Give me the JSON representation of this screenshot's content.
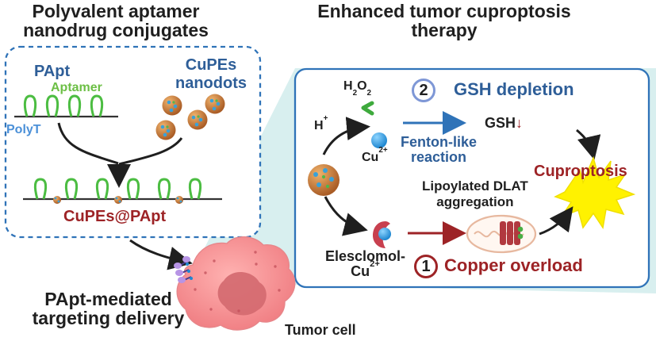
{
  "left_panel": {
    "title_line_1": "Polyvalent aptamer",
    "title_line_2": "nanodrug conjugates",
    "papt_label": "PApt",
    "aptamer_label": "Aptamer",
    "polyt_label": "PolyT",
    "cupes_line_1": "CuPEs",
    "cupes_line_2": "nanodots",
    "product_label": "CuPEs@PApt",
    "bottom_line_1": "PApt-mediated",
    "bottom_line_2": "targeting delivery",
    "tumor_cell_label": "Tumor cell"
  },
  "right_panel": {
    "title_line_1": "Enhanced tumor cuproptosis",
    "title_line_2": "therapy",
    "h2o2_main": "H",
    "h2o2_sub_1": "2",
    "h2o2_o": "O",
    "h2o2_sub_2": "2",
    "h_plus_main": "H",
    "h_plus_sup": "+",
    "cu2_main": "Cu",
    "cu2_sup": "2+",
    "step_2_number": "2",
    "step_2_label": "GSH depletion",
    "gsh_label": "GSH",
    "gsh_arrow": "↓",
    "fenton_line_1": "Fenton-like",
    "fenton_line_2": "reaction",
    "cuproptosis_label": "Cuproptosis",
    "lipoylated_line_1": "Lipoylated DLAT",
    "lipoylated_line_2": "aggregation",
    "elesclomol_line_1": "Elesclomol-",
    "elesclomol_line_2_main": "Cu",
    "elesclomol_line_2_sup": "2+",
    "step_1_number": "1",
    "step_1_label": "Copper overload"
  },
  "colors": {
    "dark_blue": "#2e5e98",
    "green": "#6cbf45",
    "red": "#9d2326",
    "light_blue": "#4b90d8",
    "panel_border": "#2f73b8",
    "tumor_pink": "#f28f91",
    "nanodot_orange": "#d48a3e",
    "teal_shadow": "#d8efef",
    "burst_yellow": "#fff200"
  }
}
